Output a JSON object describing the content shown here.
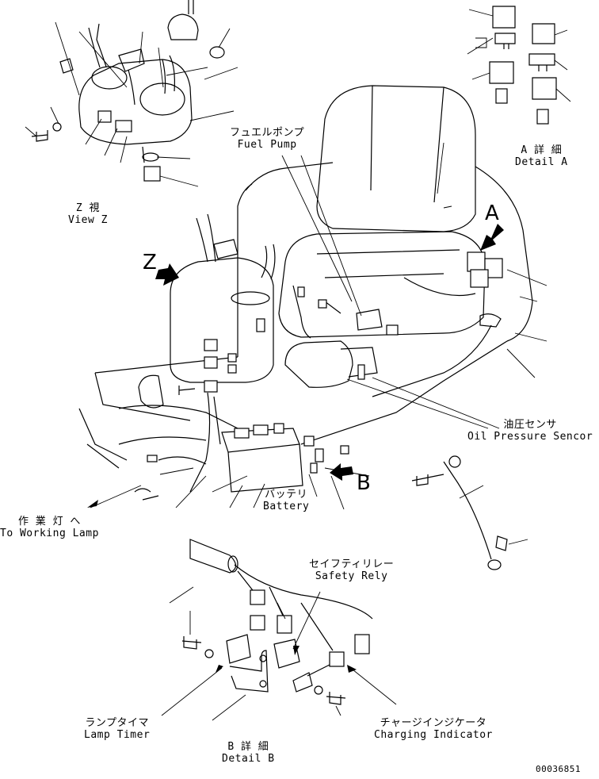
{
  "labels": {
    "fuel_pump": {
      "jp": "フュエルポンプ",
      "en": "Fuel Pump"
    },
    "detail_a": {
      "jp": "A 詳 細",
      "en": "Detail A"
    },
    "view_z": {
      "jp": "Z 視",
      "en": "View Z"
    },
    "oil_pressure": {
      "jp": "油圧センサ",
      "en": "Oil Pressure Sencor"
    },
    "working_lamp": {
      "jp": "作 業 灯 へ",
      "en": "To Working Lamp"
    },
    "battery": {
      "jp": "バッテリ",
      "en": "Battery"
    },
    "safety_relay": {
      "jp": "セイフティリレー",
      "en": "Safety Rely"
    },
    "lamp_timer": {
      "jp": "ランプタイマ",
      "en": "Lamp Timer"
    },
    "detail_b": {
      "jp": "B 詳 細",
      "en": "Detail B"
    },
    "charging": {
      "jp": "チャージインジケータ",
      "en": "Charging Indicator"
    }
  },
  "markers": {
    "z": "Z",
    "a": "A",
    "b": "B"
  },
  "drawing_number": "00036851"
}
